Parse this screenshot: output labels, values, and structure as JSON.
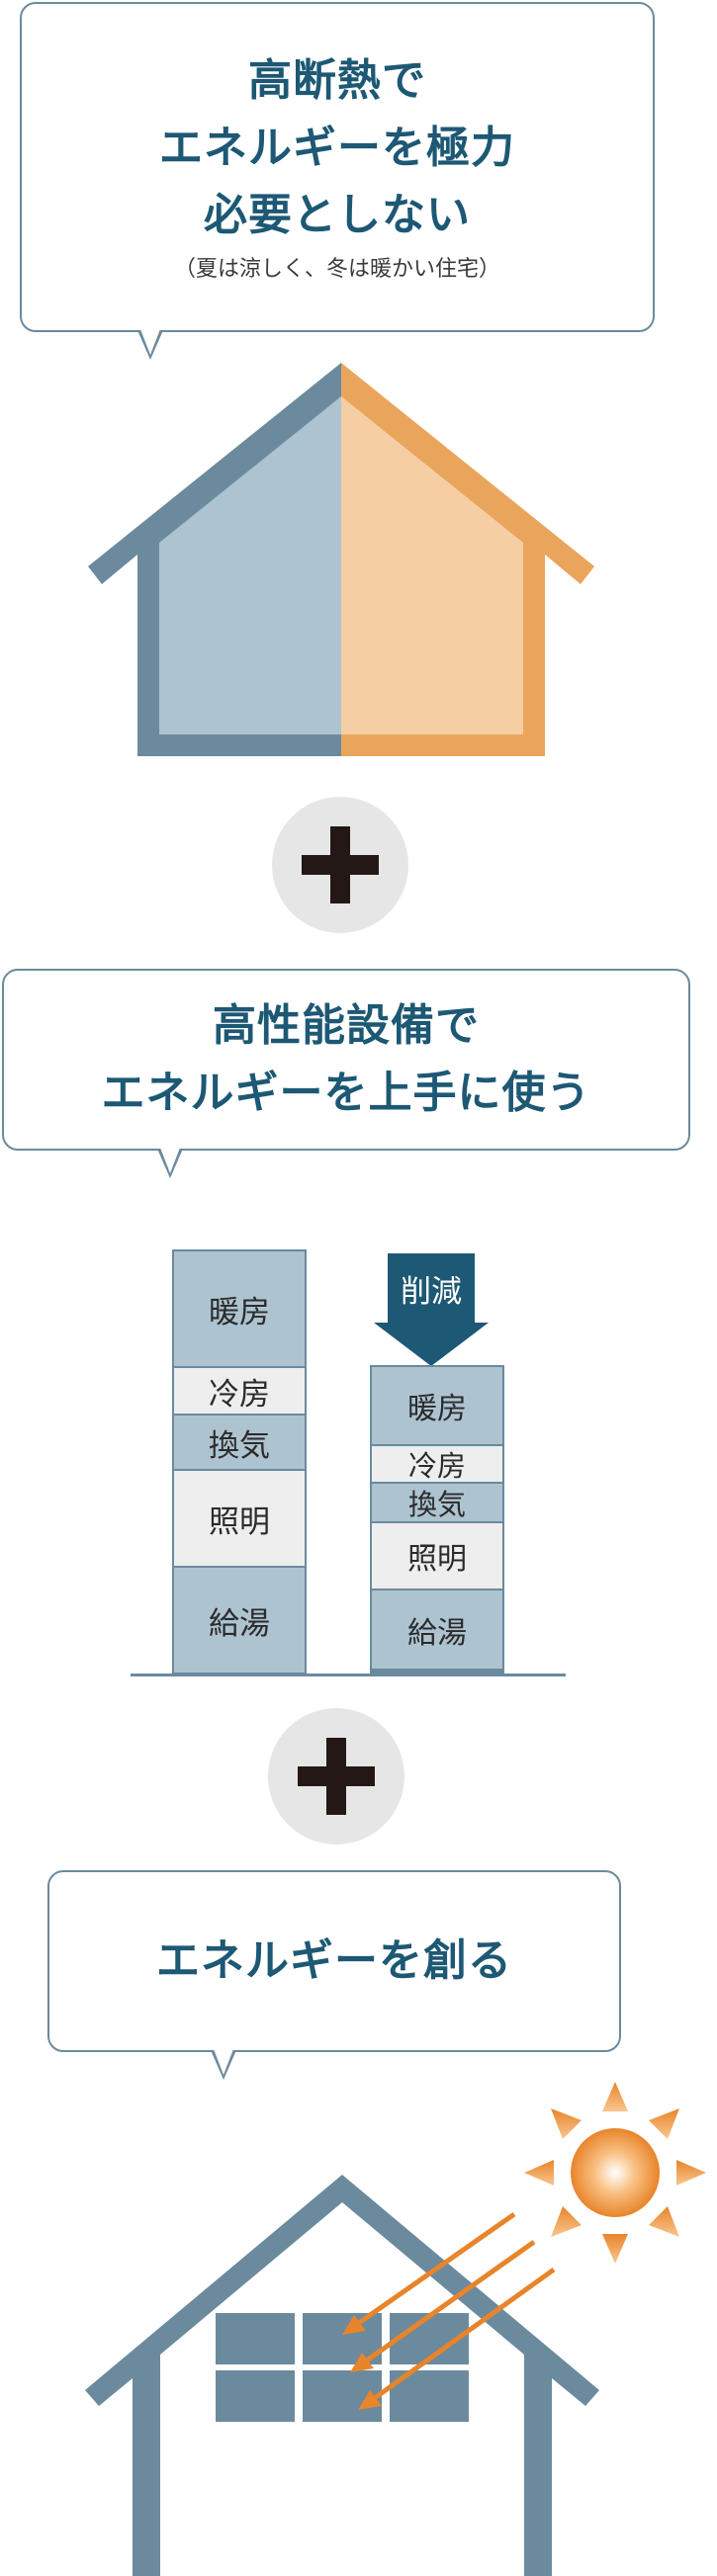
{
  "section1": {
    "title_lines": [
      "高断熱で",
      "エネルギーを極力",
      "必要としない"
    ],
    "subtitle": "（夏は涼しく、冬は暖かい住宅）"
  },
  "section2": {
    "title_lines": [
      "高性能設備で",
      "エネルギーを上手に使う"
    ],
    "reduction_label": "削減",
    "before": [
      "暖房",
      "冷房",
      "換気",
      "照明",
      "給湯"
    ],
    "after": [
      "暖房",
      "冷房",
      "換気",
      "照明",
      "給湯"
    ]
  },
  "section3": {
    "title": "エネルギーを創る"
  },
  "colors": {
    "slate": "#6b8a9e",
    "light_blue": "#adc3d0",
    "orange": "#eaa55c",
    "light_orange": "#f6cea4",
    "headline": "#1d5874",
    "plus_bg": "#e6e6e6",
    "plus": "#231815",
    "sun_orange": "#e8842a"
  },
  "icons": [
    "plus-icon",
    "house-icon",
    "sun-icon",
    "solar-panel-icon",
    "down-arrow-icon"
  ]
}
